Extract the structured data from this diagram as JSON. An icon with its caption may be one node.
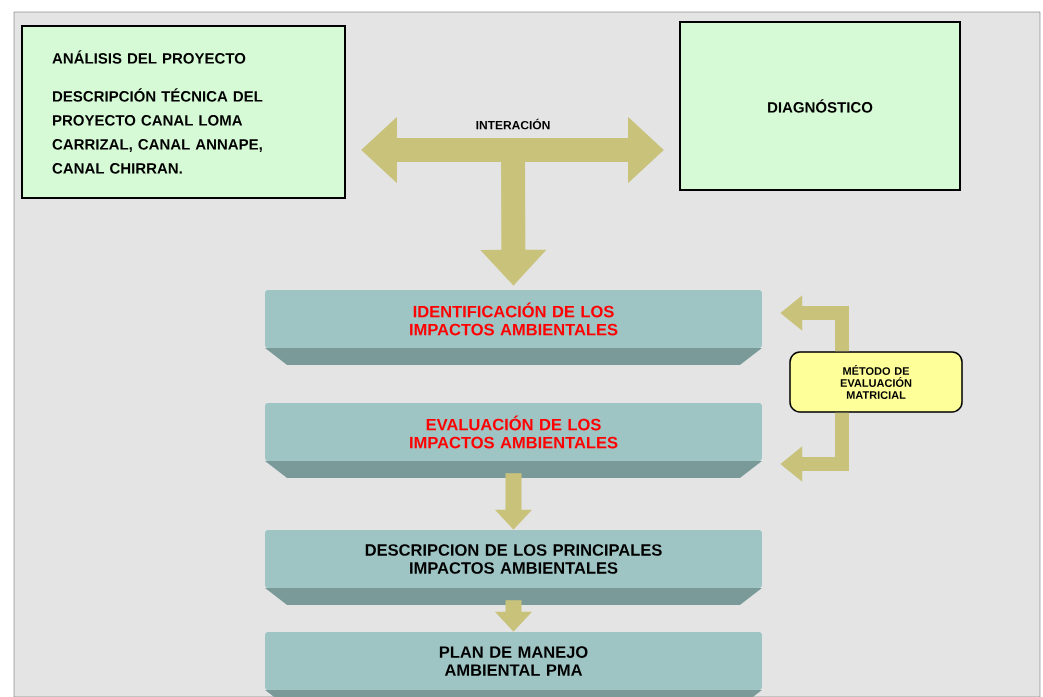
{
  "diagram": {
    "nodes": [
      {
        "text": [
          "ANÁLISIS DEL PROYECTO",
          "DESCRIPCIÓN TÉCNICA DEL PROYECTO CANAL LOMA CARRIZAL, CANAL ANNAPE, CANAL CHIRRAN."
        ]
      },
      {
        "text": [
          "DIAGNÓSTICO"
        ]
      },
      {
        "text": [
          "IDENTIFICACIÓN DE LOS IMPACTOS AMBIENTALES"
        ]
      },
      {
        "text": [
          "EVALUACIÓN DE LOS IMPACTOS AMBIENTALES"
        ]
      },
      {
        "text": [
          "DESCRIPCION DE LOS PRINCIPALES IMPACTOS AMBIENTALES"
        ]
      },
      {
        "text": [
          "PLAN DE MANEJO AMBIENTAL PMA"
        ]
      },
      {
        "text": [
          "MÉTODO DE EVALUACIÓN MATRICIAL"
        ]
      }
    ],
    "edges": [
      {
        "from": 0,
        "to": 1,
        "arrow": "both",
        "label": "INTERACIÓN"
      },
      {
        "from": null,
        "to": 2,
        "arrow": "to"
      },
      {
        "from": 6,
        "to": 2,
        "arrow": "to"
      },
      {
        "from": 6,
        "to": 3,
        "arrow": "to"
      },
      {
        "from": 3,
        "to": 4,
        "arrow": "to"
      },
      {
        "from": 4,
        "to": 5,
        "arrow": "to"
      }
    ]
  }
}
